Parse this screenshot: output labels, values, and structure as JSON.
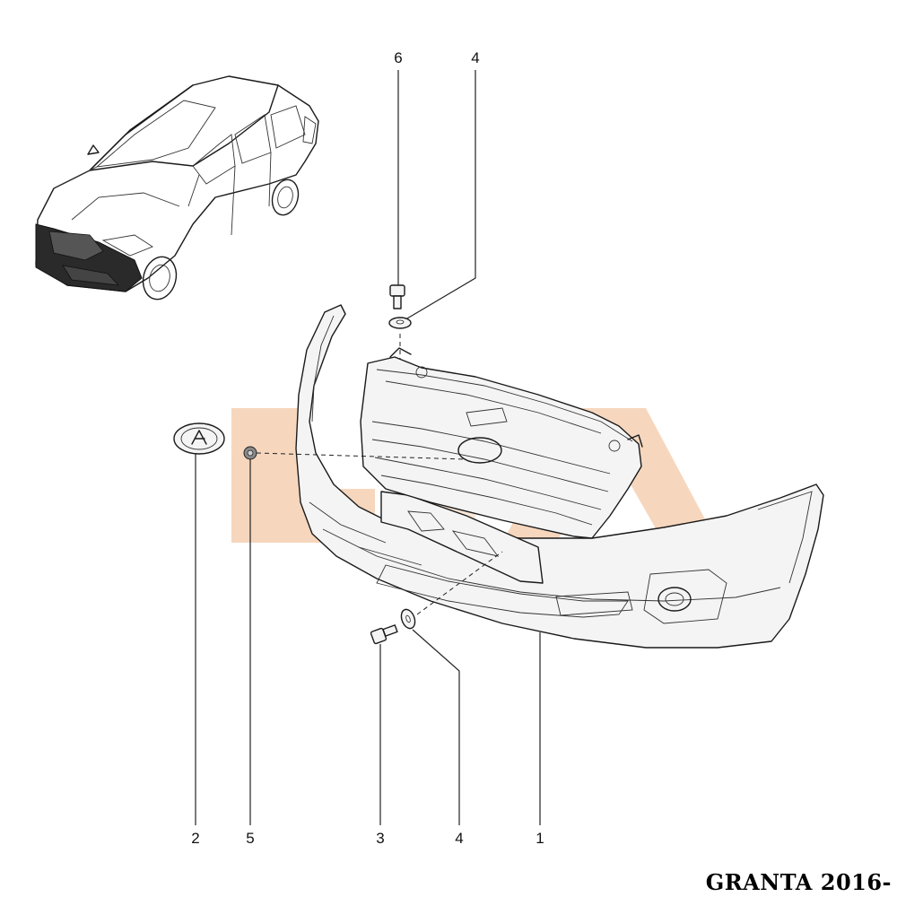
{
  "diagram": {
    "callouts": [
      {
        "id": "c6",
        "label": "6"
      },
      {
        "id": "c4a",
        "label": "4"
      },
      {
        "id": "c2",
        "label": "2"
      },
      {
        "id": "c5",
        "label": "5"
      },
      {
        "id": "c3",
        "label": "3"
      },
      {
        "id": "c4b",
        "label": "4"
      },
      {
        "id": "c1",
        "label": "1"
      }
    ],
    "model_label": "GRANTA 2016-",
    "watermark_color": "#f3c9a8"
  }
}
